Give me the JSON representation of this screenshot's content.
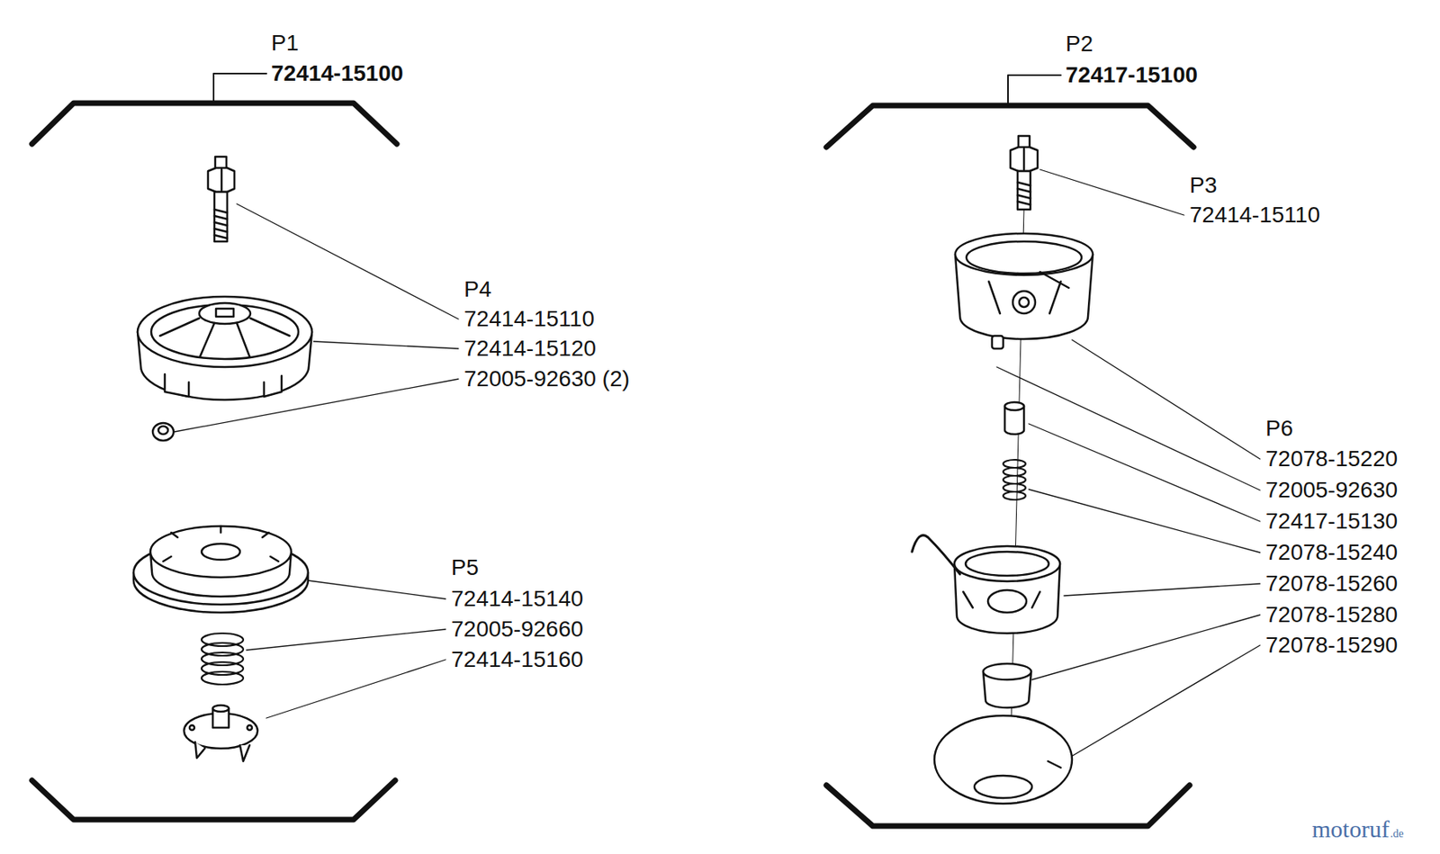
{
  "diagram": {
    "labels": [
      "P1",
      "72414-15100",
      "P2",
      "72417-15100",
      "P3",
      "72414-15110",
      "P4",
      "72414-15110",
      "72414-15120",
      "72005-92630 (2)",
      "P5",
      "72414-15140",
      "72005-92660",
      "72414-15160",
      "P6",
      "72078-15220",
      "72005-92630",
      "72417-15130",
      "72078-15240",
      "72078-15260",
      "72078-15280",
      "72078-15290",
      "motoruf",
      ".de"
    ]
  }
}
